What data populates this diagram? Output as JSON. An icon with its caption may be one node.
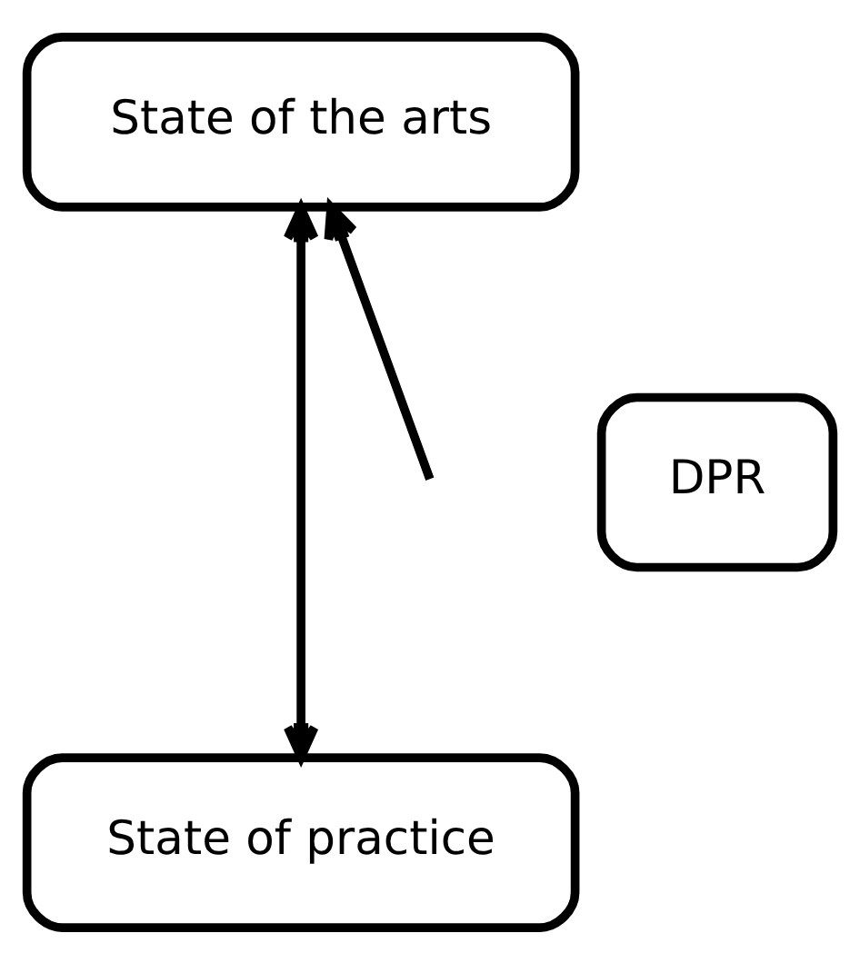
{
  "diagram": {
    "nodes": [
      {
        "text": [
          "State of the arts"
        ]
      },
      {
        "text": [
          "State of practice"
        ]
      },
      {
        "text": [
          "DPR"
        ]
      }
    ],
    "edges": [
      {
        "from": 0,
        "to": 1,
        "arrow": "both"
      },
      {
        "from": null,
        "to": 0,
        "arrow": "to"
      }
    ]
  }
}
